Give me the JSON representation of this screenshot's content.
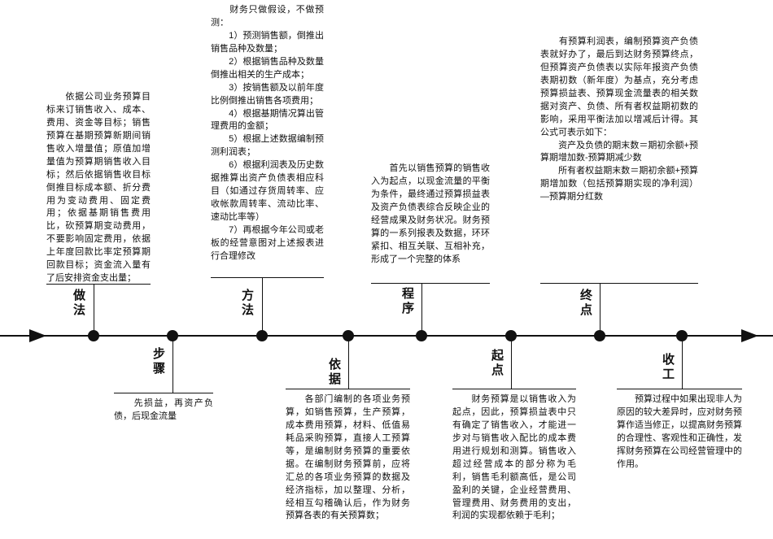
{
  "colors": {
    "ink": "#111111",
    "background": "#ffffff"
  },
  "stages": {
    "zuofa": {
      "label": "做法",
      "text": "　　依据公司业务预算目标来订销售收入、成本、费用、资金等目标；销售预算在基期预算新期间销售收入增量值；原值加增量值为预算期销售收入目标；然后依据销售收目标倒推目标成本额、折分费用为变动费用、固定费用；依据基期销售费用比，砍预算期变动费用，不要影响固定费用，依据上年度回款比率定预算期回款目标；资金流入量有了后安排资金支出量；"
    },
    "buzhou": {
      "label": "步骤",
      "text": "　　先损益，再资产负债，后现金流量"
    },
    "fangfa": {
      "label": "方法",
      "text": "　　财务只做假设，不做预测：\n　　1）预测销售额，倒推出销售品种及数量；\n　　2）根据销售品种及数量倒推出相关的生产成本；\n　　3）按销售额及以前年度比例倒推出销售各项费用；\n　　4）根据基期情况算出管理费用的金额；\n　　5）根据上述数据编制预测利润表；\n　　6）根据利润表及历史数据推算出资产负债表相应科目（如通过存货周转率、应收帐款周转率、流动比率、速动比率等）\n　　7）再根据今年公司或老板的经营意图对上述报表进行合理修改"
    },
    "yiju": {
      "label": "依据",
      "text": "　　各部门编制的各项业务预算，如销售预算，生产预算，成本费用预算，材料、低值易耗品采购预算，直接人工预算等，是编制财务预算的重要依据。在编制财务预算前，应将汇总的各项业务预算的数据及经济指标，加以整理、分析，经相互勾稽确认后，作为财务预算各表的有关预算数；"
    },
    "chengxu": {
      "label": "程序",
      "text": "　　首先以销售预算的销售收入为起点，以现金流量的平衡为条件，最终通过预算损益表及资产负债表综合反映企业的经营成果及财务状况。财务预算的一系列报表及数据，环环紧扣、相互关联、互相补充，形成了一个完整的体系"
    },
    "qidian": {
      "label": "起点",
      "text": "　　财务预算是以销售收入为起点，因此，预算损益表中只有确定了销售收入，才能进一步对与销售收入配比的成本费用进行规划和测算。销售收入超过经营成本的部分称为毛利，销售毛利额高低，是公司盈利的关键，企业经营费用、管理费用、财务费用的支出，利润的实现都依赖于毛利；"
    },
    "zhongdian": {
      "label": "终点",
      "text": "　　有预算利润表，编制预算资产负债表就好办了，最后到达财务预算终点，但预算资产负债表以实际年报资产负债表期初数（新年度）为基点，充分考虑预算损益表、预算现金流量表的相关数据对资产、负债、所有者权益期初数的影响，采用平衡法加以增减后计得。其公式可表示如下：\n　　资产及负债的期末数＝期初余额+预算期增加数-预算期减少数\n　　所有者权益期末数＝期初余额+预算期增加数（包括预算期实现的净利润）—预算期分红数"
    },
    "shougong": {
      "label": "收工",
      "text": "　　预算过程中如果出现非人为原因的较大差异时，应对财务预算作适当修正，以提高财务预算的合理性、客观性和正确性，发挥财务预算在公司经营管理中的作用。"
    }
  }
}
